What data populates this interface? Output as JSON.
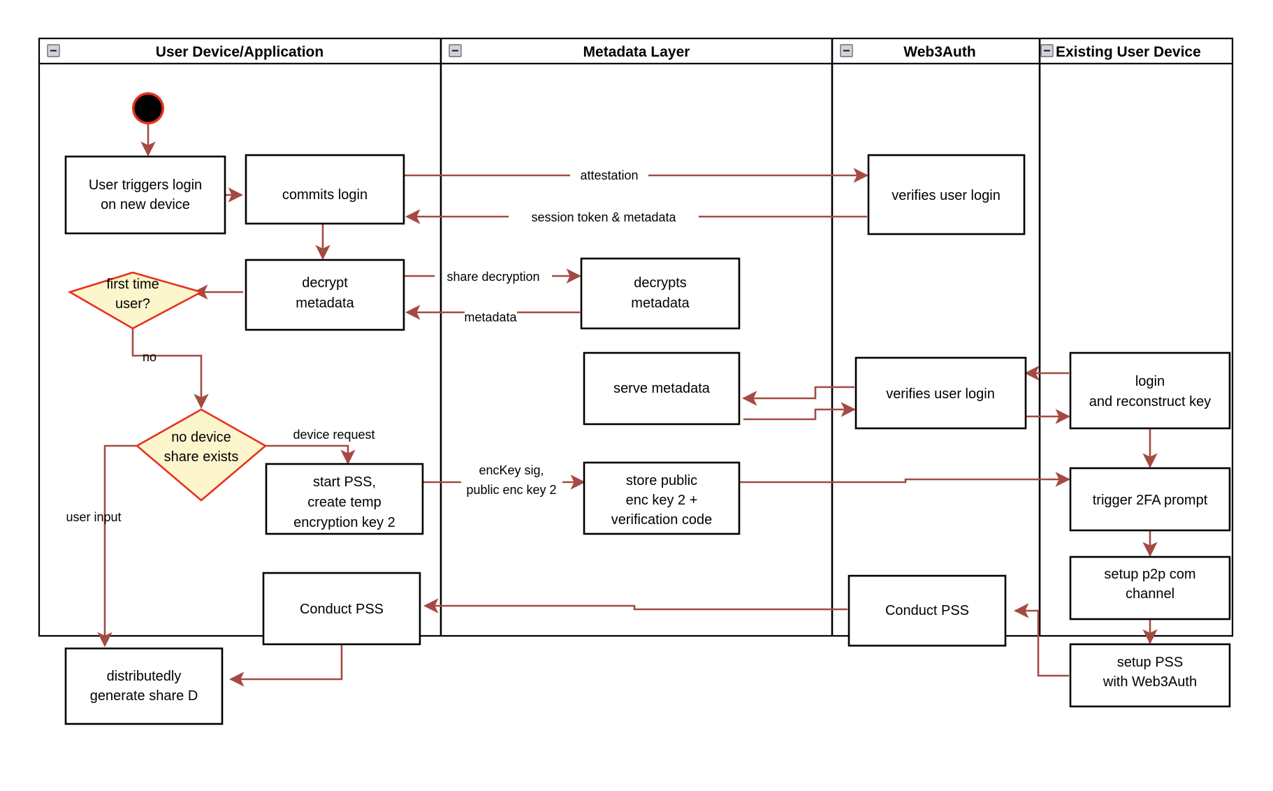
{
  "diagram": {
    "title": "Web3Auth new device login flow",
    "type": "swimlane-activity-diagram",
    "colors": {
      "flow_line": "#a44a42",
      "decision_fill": "#fdf6cd",
      "decision_stroke": "#e8301f",
      "node_fill": "#ffffff",
      "node_stroke": "#000000",
      "start_node_ring": "#e8301f",
      "start_node_fill": "#000000"
    }
  },
  "lanes": [
    {
      "id": "user-device",
      "label": "User Device/Application",
      "collapse_icon": "minus-icon"
    },
    {
      "id": "metadata-layer",
      "label": "Metadata Layer",
      "collapse_icon": "minus-icon"
    },
    {
      "id": "web3auth",
      "label": "Web3Auth",
      "collapse_icon": "minus-icon"
    },
    {
      "id": "existing-user-device",
      "label": "Existing User Device",
      "collapse_icon": "minus-icon"
    }
  ],
  "nodes": [
    {
      "id": "start",
      "lane": "user-device",
      "shape": "start-circle",
      "label": ""
    },
    {
      "id": "user-triggers-login",
      "lane": "user-device",
      "shape": "rect",
      "label": "User triggers login\non new device",
      "lines": [
        "User triggers login",
        "on new device"
      ]
    },
    {
      "id": "commits-login",
      "lane": "user-device",
      "shape": "rect",
      "label": "commits login",
      "lines": [
        "commits login"
      ]
    },
    {
      "id": "decrypt-metadata",
      "lane": "user-device",
      "shape": "rect",
      "label": "decrypt\nmetadata",
      "lines": [
        "decrypt",
        "metadata"
      ]
    },
    {
      "id": "first-time-user",
      "lane": "user-device",
      "shape": "diamond",
      "label": "first time\nuser?",
      "lines": [
        "first time",
        "user?"
      ]
    },
    {
      "id": "no-device-share-exists",
      "lane": "user-device",
      "shape": "diamond",
      "label": "no device\nshare exists",
      "lines": [
        "no device",
        "share exists"
      ]
    },
    {
      "id": "start-pss-create-temp-key",
      "lane": "user-device",
      "shape": "rect",
      "label": "start PSS,\ncreate temp\nencryption key 2",
      "lines": [
        "start PSS,",
        "create temp",
        "encryption key 2"
      ]
    },
    {
      "id": "conduct-pss-user",
      "lane": "user-device",
      "shape": "rect",
      "label": "Conduct PSS",
      "lines": [
        "Conduct PSS"
      ]
    },
    {
      "id": "distributedly-generate-share-d",
      "lane": "user-device",
      "shape": "rect",
      "label": "distributedly\ngenerate share D",
      "lines": [
        "distributedly",
        "generate share D"
      ]
    },
    {
      "id": "decrypts-metadata",
      "lane": "metadata-layer",
      "shape": "rect",
      "label": "decrypts\nmetadata",
      "lines": [
        "decrypts",
        "metadata"
      ]
    },
    {
      "id": "serve-metadata",
      "lane": "metadata-layer",
      "shape": "rect",
      "label": "serve metadata",
      "lines": [
        "serve metadata"
      ]
    },
    {
      "id": "store-public-enc-key",
      "lane": "metadata-layer",
      "shape": "rect",
      "label": "store public\nenc key 2 +\nverification code",
      "lines": [
        "store public",
        "enc key 2 +",
        "verification code"
      ]
    },
    {
      "id": "verifies-user-login-1",
      "lane": "web3auth",
      "shape": "rect",
      "label": "verifies user login",
      "lines": [
        "verifies user login"
      ]
    },
    {
      "id": "verifies-user-login-2",
      "lane": "web3auth",
      "shape": "rect",
      "label": "verifies user login",
      "lines": [
        "verifies user login"
      ]
    },
    {
      "id": "conduct-pss-web3auth",
      "lane": "web3auth",
      "shape": "rect",
      "label": "Conduct PSS",
      "lines": [
        "Conduct PSS"
      ]
    },
    {
      "id": "login-and-reconstruct-key",
      "lane": "existing-user-device",
      "shape": "rect",
      "label": "login\nand reconstruct key",
      "lines": [
        "login",
        "and reconstruct key"
      ]
    },
    {
      "id": "trigger-2fa-prompt",
      "lane": "existing-user-device",
      "shape": "rect",
      "label": "trigger 2FA prompt",
      "lines": [
        "trigger 2FA prompt"
      ]
    },
    {
      "id": "setup-p2p-com-channel",
      "lane": "existing-user-device",
      "shape": "rect",
      "label": "setup p2p com\nchannel",
      "lines": [
        "setup p2p com",
        "channel"
      ]
    },
    {
      "id": "setup-pss-with-web3auth",
      "lane": "existing-user-device",
      "shape": "rect",
      "label": "setup PSS\nwith Web3Auth",
      "lines": [
        "setup PSS",
        "with Web3Auth"
      ]
    }
  ],
  "edge_labels": [
    {
      "id": "attestation",
      "text": "attestation"
    },
    {
      "id": "session-token-metadata",
      "text": "session token & metadata"
    },
    {
      "id": "share-decryption",
      "text": "share decryption"
    },
    {
      "id": "metadata",
      "text": "metadata"
    },
    {
      "id": "no",
      "text": "no"
    },
    {
      "id": "device-request",
      "text": "device request"
    },
    {
      "id": "user-input",
      "text": "user input"
    },
    {
      "id": "enckey-sig-line1",
      "text": "encKey sig,"
    },
    {
      "id": "enckey-sig-line2",
      "text": "public enc key 2"
    }
  ]
}
